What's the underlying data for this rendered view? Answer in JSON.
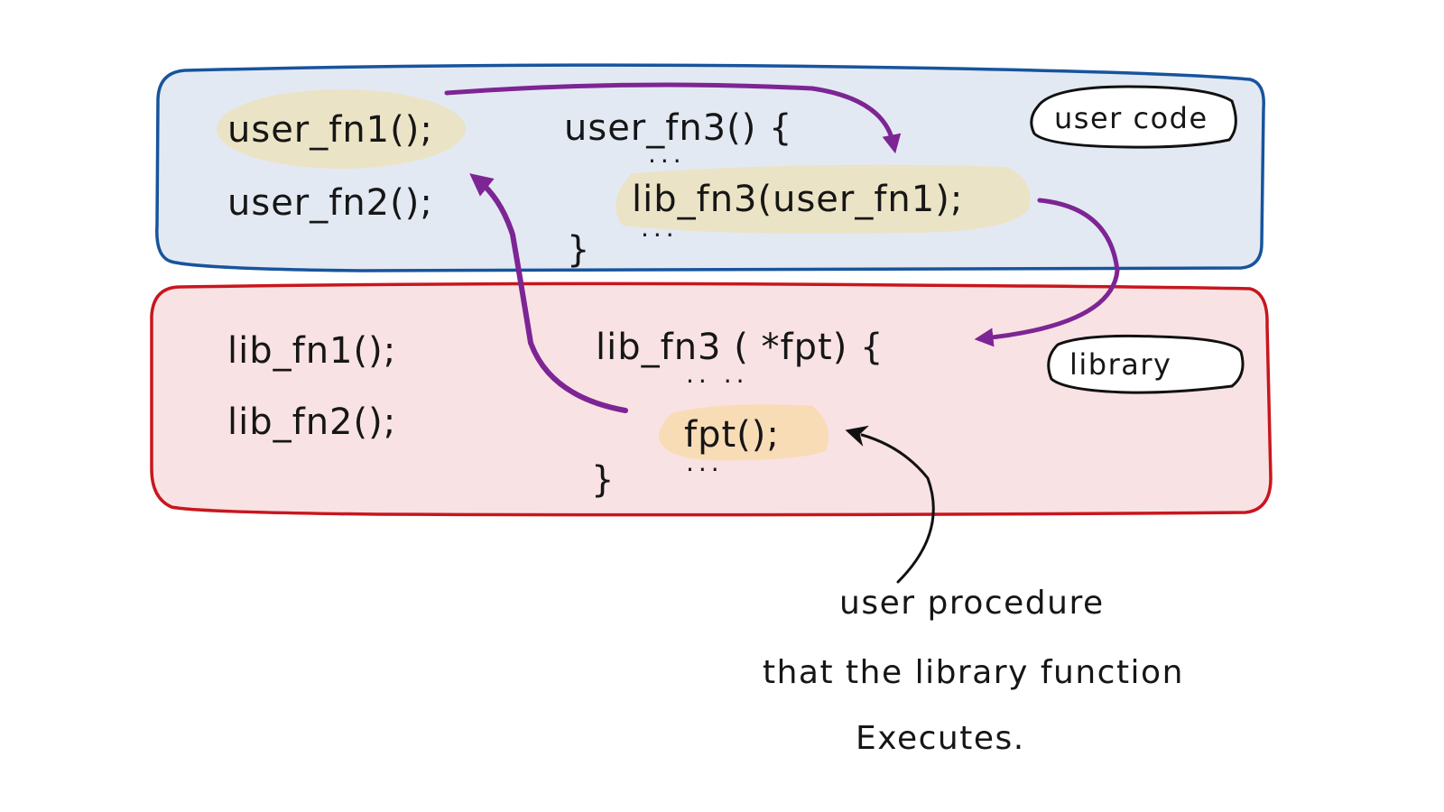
{
  "colors": {
    "user_region_fill": "#e3e9f3",
    "user_region_stroke": "#17549c",
    "library_region_fill": "#f9e2e4",
    "library_region_stroke": "#c8161d",
    "highlight_user": "#ebe3c5",
    "highlight_library": "#f8dcb5",
    "flow_arrow": "#7d2594",
    "annotation_arrow": "#111111",
    "ink": "#161616"
  },
  "user_code": {
    "label": "user code",
    "functions": [
      "user_fn1();",
      "user_fn2();"
    ],
    "fn3_header": "user_fn3() {",
    "fn3_dots_before": "...",
    "fn3_call": "lib_fn3(user_fn1);",
    "fn3_dots_after": "...",
    "fn3_close": "}"
  },
  "library": {
    "label": "library",
    "functions": [
      "lib_fn1();",
      "lib_fn2();"
    ],
    "fn3_header": "lib_fn3 ( *fpt) {",
    "fn3_dots_before": ".. ..",
    "fn3_call": "fpt();",
    "fn3_dots_after": "...",
    "fn3_close": "}"
  },
  "annotation": {
    "lines": [
      "user procedure",
      "that the library function",
      "Executes."
    ]
  },
  "arrows": [
    {
      "from": "user_fn1();",
      "to": "lib_fn3(user_fn1);",
      "style": "flow"
    },
    {
      "from": "lib_fn3(user_fn1);",
      "to": "lib_fn3 ( *fpt) {",
      "style": "flow"
    },
    {
      "from": "fpt();",
      "to": "user_fn1();",
      "style": "flow"
    },
    {
      "from": "annotation",
      "to": "fpt();",
      "style": "annotation"
    }
  ]
}
